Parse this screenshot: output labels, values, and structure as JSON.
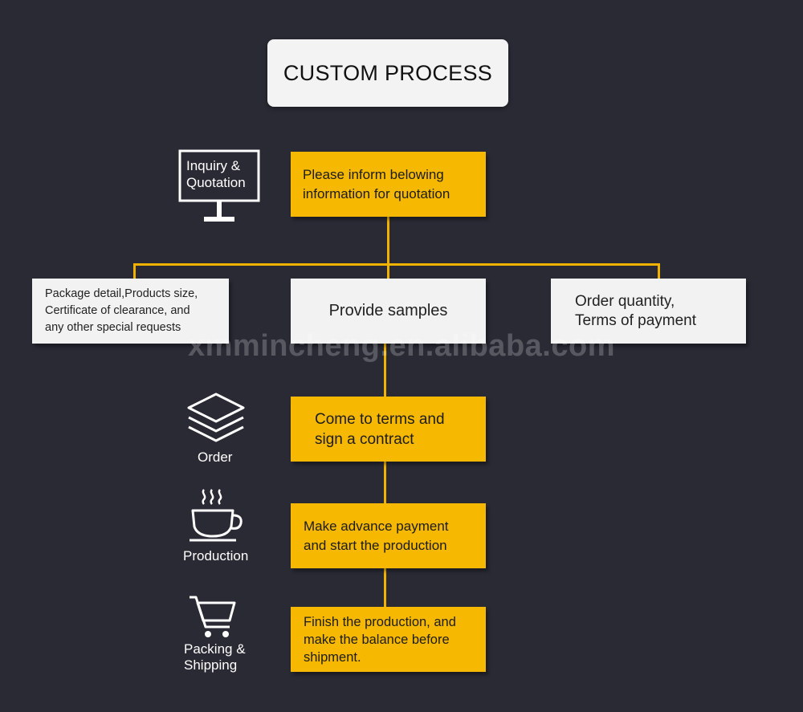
{
  "title": "CUSTOM PROCESS",
  "inquiry": {
    "icon": "monitor-icon",
    "label": "Inquiry &\nQuotation",
    "step": "Please inform belowing\ninformation for quotation"
  },
  "options": {
    "left": "Package detail,Products size,\nCertificate of clearance, and\nany other special requests",
    "center": "Provide samples",
    "right": "Order quantity,\nTerms of payment"
  },
  "order": {
    "icon": "layers-icon",
    "label": "Order",
    "step": "Come to terms and\nsign a contract"
  },
  "production": {
    "icon": "coffee-cup-icon",
    "label": "Production",
    "step": "Make advance payment\nand start the production"
  },
  "shipping": {
    "icon": "shopping-cart-icon",
    "label": "Packing &\nShipping",
    "step": "Finish the production, and\nmake the balance before\nshipment."
  },
  "watermark": "xmmincheng.en.alibaba.com",
  "colors": {
    "background": "#2a2a35",
    "accent": "#f6b800",
    "box_light": "#f2f2f2"
  }
}
